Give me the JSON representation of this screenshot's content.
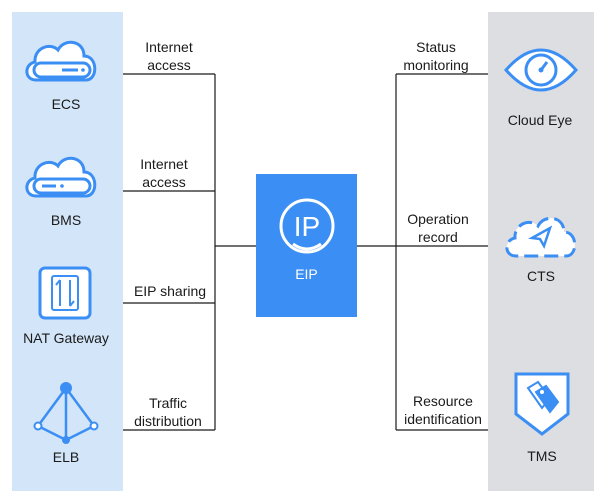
{
  "center": {
    "label": "EIP",
    "logo_text": "IP"
  },
  "left_nodes": [
    {
      "label": "ECS",
      "icon": "cloud-server-icon"
    },
    {
      "label": "BMS",
      "icon": "cloud-server-icon"
    },
    {
      "label": "NAT Gateway",
      "icon": "nat-gateway-icon"
    },
    {
      "label": "ELB",
      "icon": "load-balancer-icon"
    }
  ],
  "left_edges": [
    {
      "line1": "Internet",
      "line2": "access"
    },
    {
      "line1": "Internet",
      "line2": "access"
    },
    {
      "line1": "EIP sharing"
    },
    {
      "line1": "Traffic",
      "line2": "distribution"
    }
  ],
  "right_nodes": [
    {
      "label": "Cloud Eye",
      "icon": "eye-icon"
    },
    {
      "label": "CTS",
      "icon": "cloud-trace-icon"
    },
    {
      "label": "TMS",
      "icon": "tag-icon"
    }
  ],
  "right_edges": [
    {
      "line1": "Status",
      "line2": "monitoring"
    },
    {
      "line1": "Operation",
      "line2": "record"
    },
    {
      "line1": "Resource",
      "line2": "identification"
    }
  ],
  "colors": {
    "left_panel": "#d3e5f8",
    "right_panel": "#dcdee2",
    "accent_blue": "#3b8ef3",
    "line": "#1a1a1a"
  }
}
